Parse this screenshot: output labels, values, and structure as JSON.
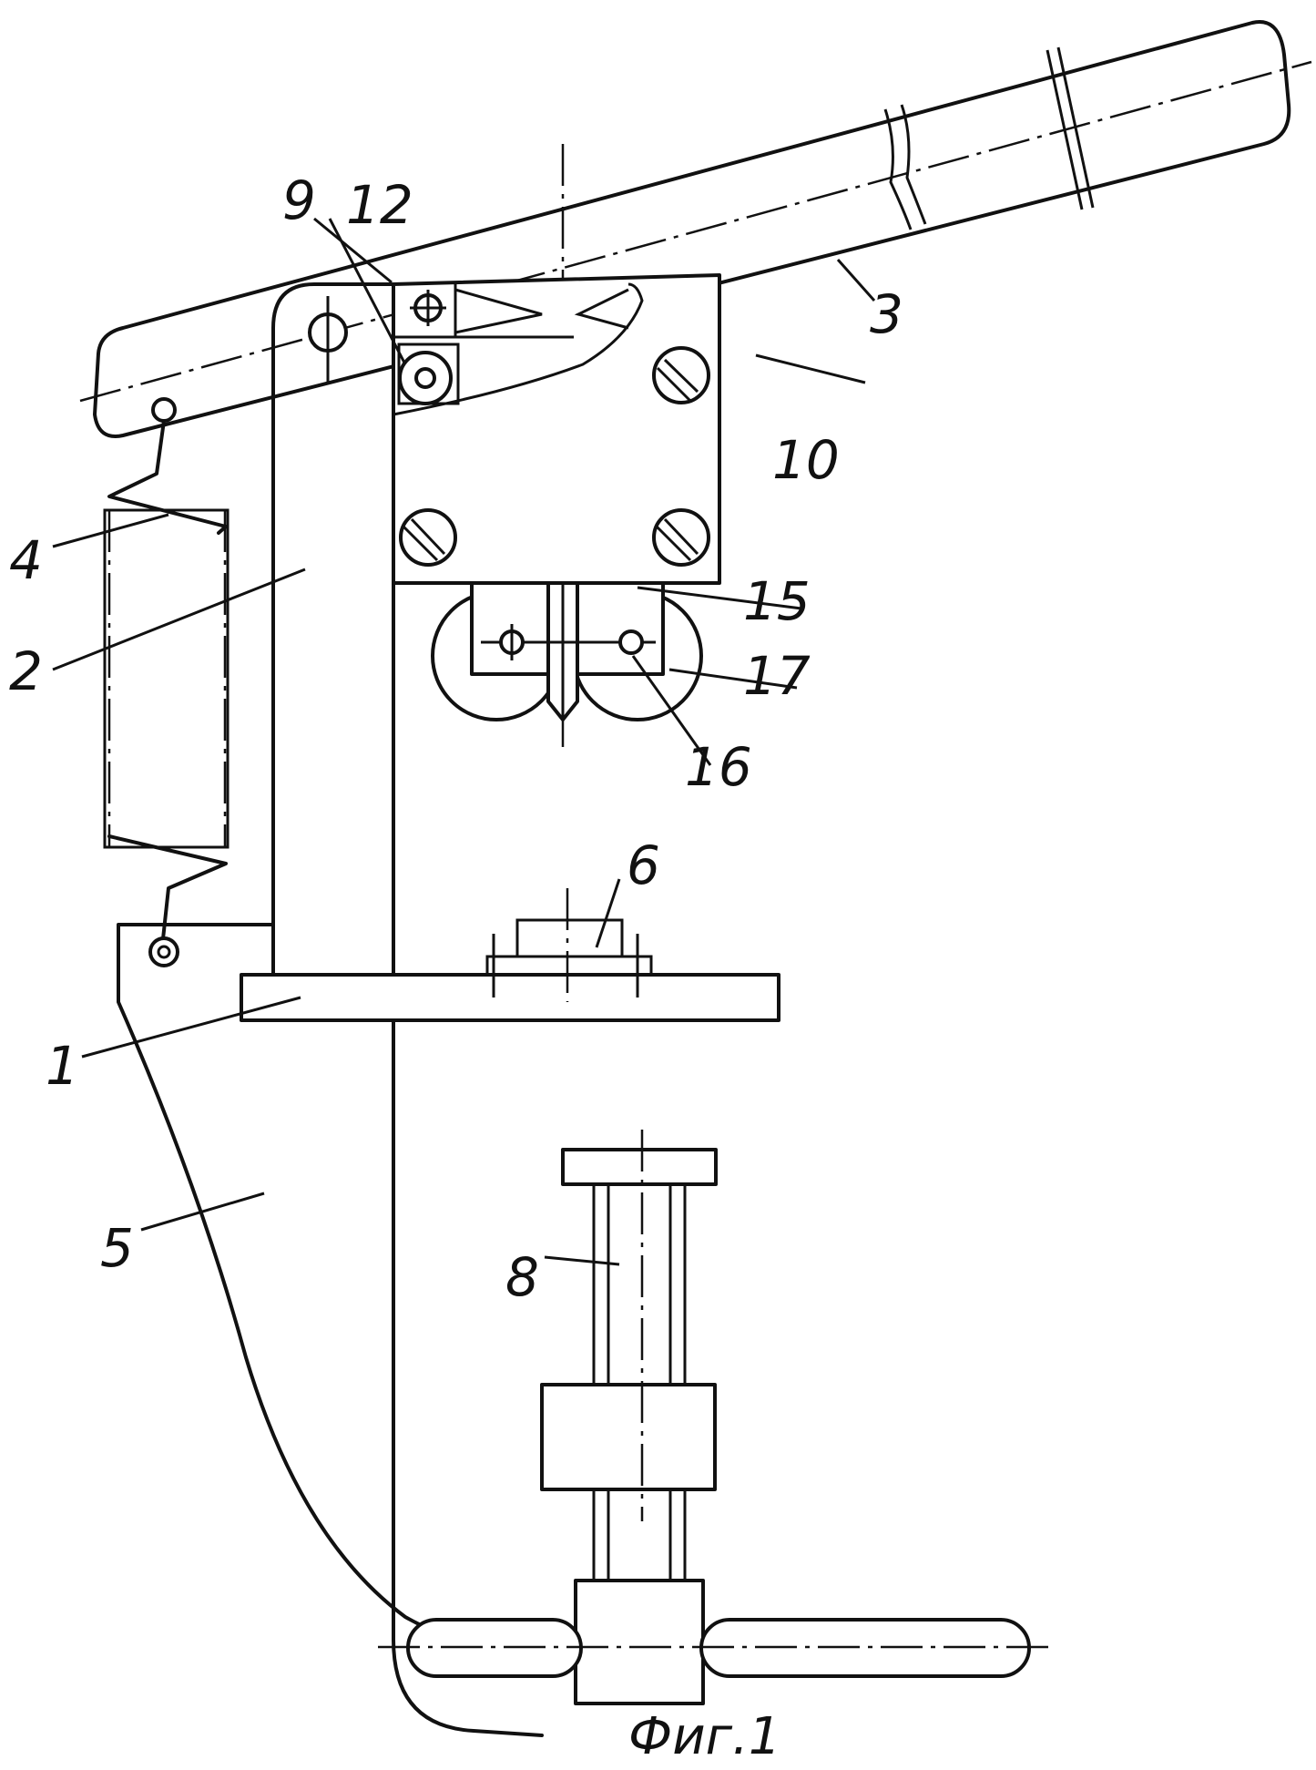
{
  "figure": {
    "caption": "Фиг.1",
    "labels": {
      "l1": "1",
      "l2": "2",
      "l3": "3",
      "l4": "4",
      "l5": "5",
      "l6": "6",
      "l8": "8",
      "l9": "9",
      "l10": "10",
      "l12": "12",
      "l15": "15",
      "l16": "16",
      "l17": "17"
    }
  }
}
